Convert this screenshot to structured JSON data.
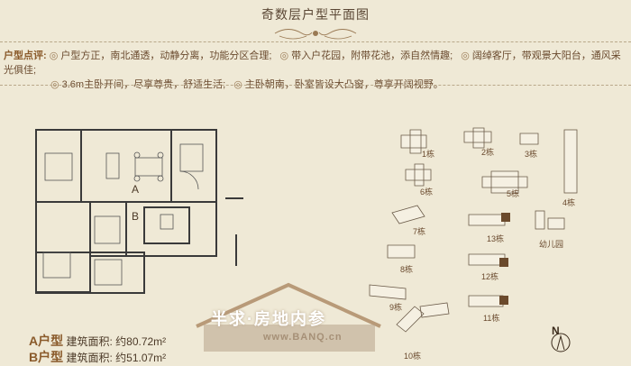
{
  "title": "奇数层户型平面图",
  "review": {
    "label": "户型点评:",
    "points": [
      "户型方正，南北通透，动静分离，功能分区合理;",
      "带入户花园，附带花池，添自然情趣;",
      "阔绰客厅，带观景大阳台，通风采光俱佳;",
      "3.6m主卧开间，尽享尊贵，舒适生活;",
      "主卧朝南，卧室皆设大凸窗，尊享开阔视野。"
    ],
    "bullet": "◎"
  },
  "plan_labels": {
    "a": "A",
    "b": "B"
  },
  "areas": [
    {
      "type": "A户型",
      "label": "建筑面积:",
      "value": "约80.72m²"
    },
    {
      "type": "B户型",
      "label": "建筑面积:",
      "value": "约51.07m²"
    }
  ],
  "watermark": {
    "text": "半求·房地内参",
    "url": "www.BANQ.cn"
  },
  "buildings": [
    "1栋",
    "2栋",
    "3栋",
    "4栋",
    "5栋",
    "6栋",
    "7栋",
    "8栋",
    "9栋",
    "10栋",
    "11栋",
    "12栋",
    "13栋"
  ],
  "kindergarten": "幼儿园",
  "north": "N",
  "colors": {
    "bg": "#efe9d6",
    "accent": "#8a5a2a",
    "highlight": "#6b4a2c"
  }
}
